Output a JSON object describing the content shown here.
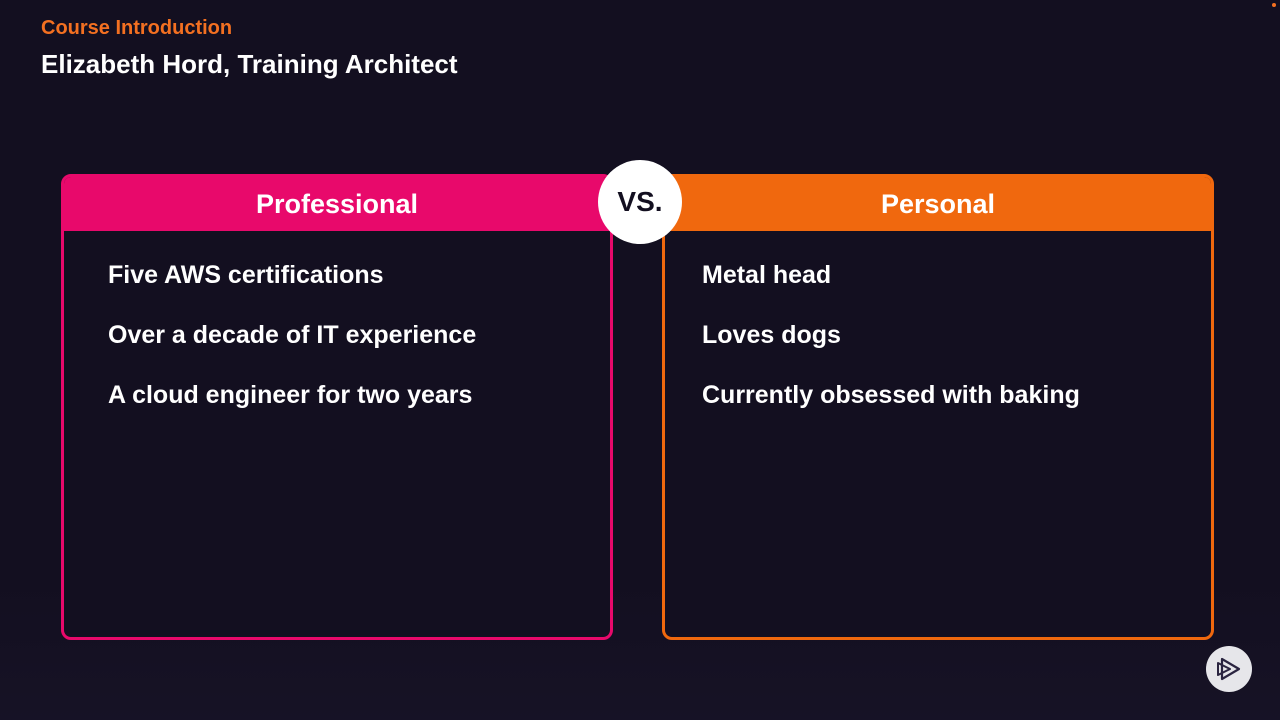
{
  "header": {
    "eyebrow": "Course Introduction",
    "title": "Elizabeth Hord, Training Architect"
  },
  "vs_label": "VS.",
  "professional": {
    "heading": "Professional",
    "items": [
      "Five AWS certifications",
      "Over a decade of IT experience",
      "A cloud engineer for two years"
    ]
  },
  "personal": {
    "heading": "Personal",
    "items": [
      "Metal head",
      "Loves dogs",
      "Currently obsessed with baking"
    ]
  },
  "colors": {
    "background": "#130f20",
    "accent_pink": "#e8096b",
    "accent_orange": "#f0680e",
    "eyebrow_orange": "#f37021"
  },
  "icons": {
    "logo": "play-logo-icon"
  }
}
